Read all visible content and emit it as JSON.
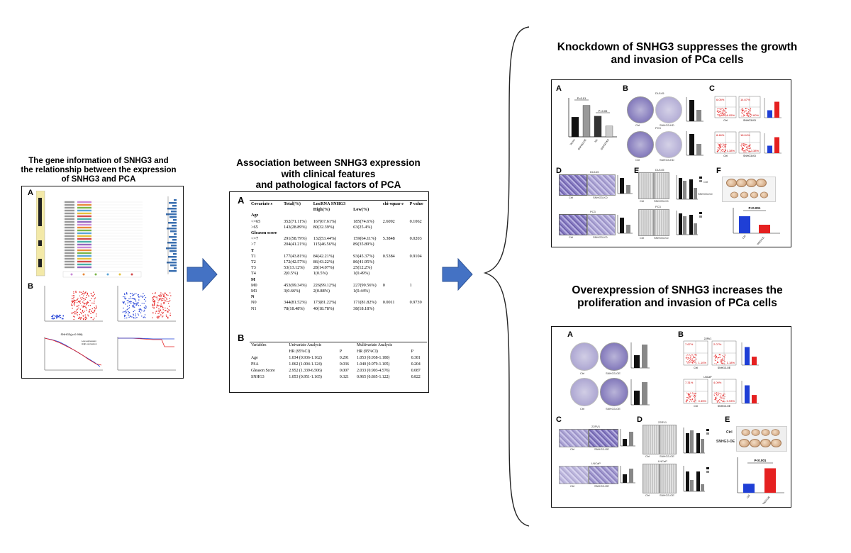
{
  "titles": {
    "left": [
      "The gene information of SNHG3 and",
      "the relationship between the expression",
      "of SNHG3 and PCA"
    ],
    "middle": [
      "Association between SNHG3 expression",
      "with clinical features",
      "and pathological factors of PCA"
    ],
    "right_top": [
      "Knockdown of SNHG3 suppresses the growth",
      "and invasion of PCa cells"
    ],
    "right_bottom": [
      "Overexpression of SNHG3  increases the",
      "proliferation and invasion of PCa cells"
    ]
  },
  "panel_labels": {
    "left": [
      "A",
      "B"
    ],
    "middle": [
      "A",
      "B"
    ],
    "knockdown": [
      "A",
      "B",
      "C",
      "D",
      "E",
      "F"
    ],
    "overexpression": [
      "A",
      "B",
      "C",
      "D",
      "E"
    ]
  },
  "colors": {
    "arrow": "#4472c4",
    "arrow_edge": "#2f5597",
    "blue": "#1f3fd6",
    "red": "#e52020",
    "purple": "#7b6fb8"
  },
  "table_a": {
    "header1": [
      "Covariate s",
      "Total(%)",
      "LncRNA SNHG3",
      "",
      "chi-squar e",
      "P value"
    ],
    "header2": [
      "High(%)",
      "Low(%)"
    ],
    "rows": [
      {
        "group": true,
        "cells": [
          "Age",
          "",
          "",
          "",
          "",
          ""
        ]
      },
      {
        "group": false,
        "cells": [
          "<=65",
          "352(71.11%)",
          "167(67.61%)",
          "185(74.6%)",
          "2.6092",
          "0.1062"
        ]
      },
      {
        "group": false,
        "cells": [
          ">65",
          "143(28.89%)",
          "80(32.39%)",
          "63(25.4%)",
          "",
          ""
        ]
      },
      {
        "group": true,
        "cells": [
          "Gleason score",
          "",
          "",
          "",
          "",
          ""
        ]
      },
      {
        "group": false,
        "cells": [
          "<=7",
          "291(58.79%)",
          "132(53.44%)",
          "159(64.11%)",
          "5.3848",
          "0.0203"
        ]
      },
      {
        "group": false,
        "cells": [
          ">7",
          "204(41.21%)",
          "115(46.56%)",
          "89(35.89%)",
          "",
          ""
        ]
      },
      {
        "group": true,
        "cells": [
          "T",
          "",
          "",
          "",
          "",
          ""
        ]
      },
      {
        "group": false,
        "cells": [
          "T1",
          "177(43.81%)",
          "84(42.21%)",
          "93(45.37%)",
          "0.5384",
          "0.9104"
        ]
      },
      {
        "group": false,
        "cells": [
          "T2",
          "172(42.57%)",
          "86(43.22%)",
          "86(41.95%)",
          "",
          ""
        ]
      },
      {
        "group": false,
        "cells": [
          "T3",
          "53(13.12%)",
          "28(14.07%)",
          "25(12.2%)",
          "",
          ""
        ]
      },
      {
        "group": false,
        "cells": [
          "T4",
          "2(0.5%)",
          "1(0.5%)",
          "1(0.49%)",
          "",
          ""
        ]
      },
      {
        "group": true,
        "cells": [
          "M",
          "",
          "",
          "",
          "",
          ""
        ]
      },
      {
        "group": false,
        "cells": [
          "M0",
          "453(99.34%)",
          "226(99.12%)",
          "227(99.56%)",
          "0",
          "1"
        ]
      },
      {
        "group": false,
        "cells": [
          "M1",
          "3(0.66%)",
          "2(0.88%)",
          "1(0.44%)",
          "",
          ""
        ]
      },
      {
        "group": true,
        "cells": [
          "N",
          "",
          "",
          "",
          "",
          ""
        ]
      },
      {
        "group": false,
        "cells": [
          "N0",
          "344(81.52%)",
          "173(81.22%)",
          "171(81.82%)",
          "0.0011",
          "0.9739"
        ]
      },
      {
        "group": false,
        "cells": [
          "N1",
          "78(18.48%)",
          "40(18.78%)",
          "38(18.18%)",
          "",
          ""
        ]
      }
    ]
  },
  "table_b": {
    "header1": [
      "Variables",
      "Univariate Analysis",
      "",
      "Multivariate Analysis",
      ""
    ],
    "header2": [
      "HR (95%CI)",
      "P",
      "HR (95%CI)",
      "P"
    ],
    "rows": [
      [
        "Age",
        "1.034 (0.936-1.162)",
        "0.291",
        "1.053 (0.938-1.180)",
        "0.381"
      ],
      [
        "PSA",
        "1.062 (1.004-1.124)",
        "0.036",
        "1.040 (0.979-1.105)",
        "0.204"
      ],
      [
        "Gleason Score",
        "2.952 (1.339-6.506)",
        "0.007",
        "2.033 (0.903-4.576)",
        "0.087"
      ],
      [
        "SNHG3",
        "1.053 (0.951-1.165)",
        "0.321",
        "0.965 (0.865-1.122)",
        "0.822"
      ]
    ]
  },
  "knockdown": {
    "a_bar_labels": [
      "Vector",
      "SNHG3-OE",
      "NC",
      "SNHG3-KD"
    ],
    "a_sig": [
      "P<0.01",
      "P<0.05"
    ],
    "a_values": [
      1.0,
      1.6,
      1.05,
      0.55
    ],
    "b_cells": [
      "DU145",
      "PC3"
    ],
    "b_labels": [
      "Ctrl",
      "SNHG3-KD"
    ],
    "c_quadrants": [
      [
        "6.05%",
        "14.67%",
        "6.05%",
        "2.60%"
      ],
      [
        "8.46%",
        "18.04%",
        "1.38%",
        "3.38%"
      ]
    ],
    "c_labels": [
      "Ctrl",
      "SNHG3-KD"
    ],
    "d_cells": [
      "DU145",
      "PC3"
    ],
    "d_labels": [
      "Ctrl",
      "SNHG3-KD"
    ],
    "e_cells": [
      "DU145",
      "PC3"
    ],
    "e_labels": [
      "Ctrl",
      "SNHG3-KD"
    ],
    "f_labels": [
      "Ctrl",
      "SNHG3-KD"
    ],
    "f_p": "P<0.001",
    "f_values": [
      0.6,
      0.3
    ]
  },
  "overexpression": {
    "a_labels": [
      "Ctrl",
      "SNHG3-OE"
    ],
    "b_cells": [
      "22RV1",
      "LNCaP"
    ],
    "b_quadrants": [
      [
        "7.67%",
        "2.07%",
        "1.10%",
        "1.18%"
      ],
      [
        "7.31%",
        "4.09%",
        "0.35%",
        "0.93%"
      ]
    ],
    "b_labels": [
      "Ctrl",
      "SNHG3-OE"
    ],
    "c_cells": [
      "22RV1",
      "LNCaP"
    ],
    "c_labels": [
      "Ctrl",
      "SNHG3-OE"
    ],
    "d_cells": [
      "22RV1",
      "LNCaP"
    ],
    "d_labels": [
      "Ctrl",
      "SNHG3-OE"
    ],
    "e_rows": [
      "Ctrl",
      "SNHG3-OE"
    ],
    "e_p": "P<0.001",
    "e_values": [
      0.55,
      1.5
    ]
  },
  "left_panel": {
    "b_survival_title": "SNHG3(p=0.956)",
    "b_survival_legend": [
      "Low expression",
      "High expression"
    ]
  }
}
